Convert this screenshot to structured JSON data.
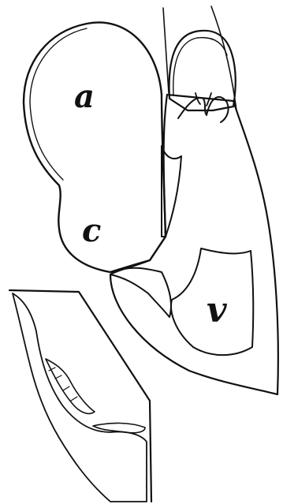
{
  "diagram": {
    "labels": {
      "a": "a",
      "c": "c",
      "v": "v"
    },
    "colors": {
      "ink": "#111111",
      "stipple": "#4a4a4a",
      "background": "#ffffff"
    }
  }
}
